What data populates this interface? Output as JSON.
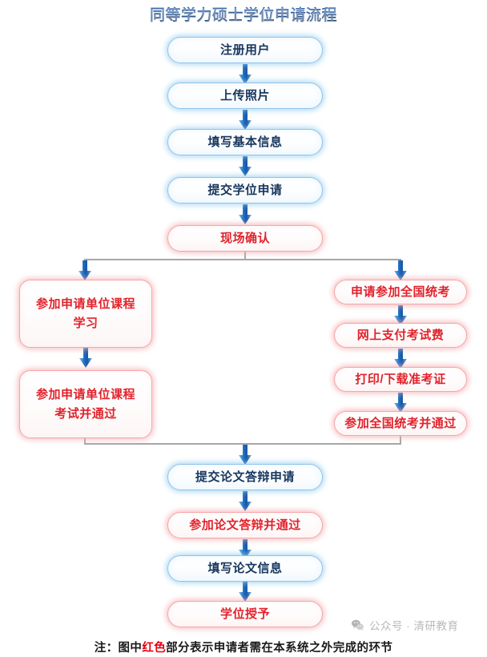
{
  "title": "同等学力硕士学位申请流程",
  "colors": {
    "title_blue": "#15539e",
    "node_blue_border": "#8fc3ea",
    "node_blue_text": "#17365d",
    "node_red_border": "#f3a6a8",
    "node_red_text": "#e2222b",
    "arrow_blue": "#2d7fd0",
    "connector_gray": "#a6a6a6",
    "background": "#ffffff",
    "note_hot": "#e60012",
    "watermark": "#b9b9b9"
  },
  "flow": {
    "main_top": [
      {
        "id": "register-user",
        "label": "注册用户",
        "style": "blue"
      },
      {
        "id": "upload-photo",
        "label": "上传照片",
        "style": "blue"
      },
      {
        "id": "fill-basic-info",
        "label": "填写基本信息",
        "style": "blue"
      },
      {
        "id": "submit-application",
        "label": "提交学位申请",
        "style": "blue"
      },
      {
        "id": "onsite-confirm",
        "label": "现场确认",
        "style": "red"
      }
    ],
    "left_branch": [
      {
        "id": "unit-course-study",
        "label_line1": "参加申请单位课程",
        "label_line2": "学习",
        "style": "red"
      },
      {
        "id": "unit-course-exam",
        "label_line1": "参加申请单位课程",
        "label_line2": "考试并通过",
        "style": "red"
      }
    ],
    "right_branch": [
      {
        "id": "apply-national-exam",
        "label": "申请参加全国统考",
        "style": "red"
      },
      {
        "id": "pay-exam-fee-online",
        "label": "网上支付考试费",
        "style": "red"
      },
      {
        "id": "print-admission-ticket",
        "label": "打印/下载准考证",
        "style": "red"
      },
      {
        "id": "pass-national-exam",
        "label": "参加全国统考并通过",
        "style": "red"
      }
    ],
    "main_bottom": [
      {
        "id": "submit-defense-application",
        "label": "提交论文答辩申请",
        "style": "blue"
      },
      {
        "id": "pass-thesis-defense",
        "label": "参加论文答辩并通过",
        "style": "red"
      },
      {
        "id": "fill-thesis-info",
        "label": "填写论文信息",
        "style": "blue"
      },
      {
        "id": "degree-awarded",
        "label": "学位授予",
        "style": "red"
      }
    ]
  },
  "note": {
    "prefix": "注：图中",
    "highlight": "红色",
    "suffix": "部分表示申请者需在本系统之外完成的环节"
  },
  "watermark": {
    "icon": "wechat-icon",
    "text": "公众号 · 清研教育"
  }
}
